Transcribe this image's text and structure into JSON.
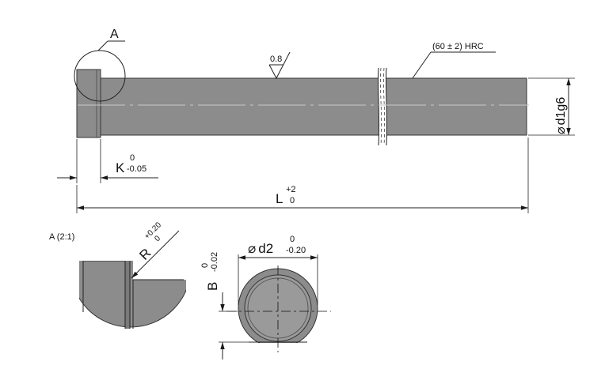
{
  "detail_callout": "A",
  "surface_finish": "0.8",
  "hardness": "(60 ± 2) HRC",
  "diameter_d1": {
    "symbol": "⌀",
    "label": "d1g6"
  },
  "head_thickness": {
    "label": "K",
    "upper": "0",
    "lower": "-0.05"
  },
  "length": {
    "label": "L",
    "upper": "+2",
    "lower": "0"
  },
  "detail_view": {
    "title": "A (2:1)",
    "radius": {
      "label": "R",
      "upper": "+0.20",
      "lower": "0"
    }
  },
  "end_view": {
    "d2": {
      "symbol": "⌀",
      "label": "d2",
      "upper": "0",
      "lower": "-0.20"
    },
    "flat": {
      "label": "B",
      "upper": "0",
      "lower": "-0.02"
    }
  },
  "colors": {
    "steel": "#8c8c8c",
    "steel_dark": "#6e6e6e",
    "line": "#1a1a1a"
  }
}
